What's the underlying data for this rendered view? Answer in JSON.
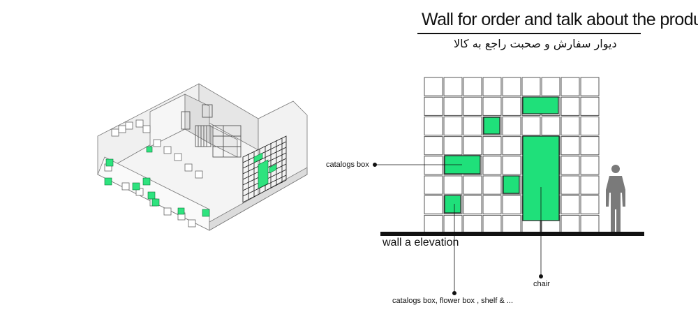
{
  "header": {
    "title": "Wall for order and talk about the product",
    "subtitle": "دیوار سفارش و صحبت راجع به کالا"
  },
  "elevation": {
    "label": "wall a elevation",
    "grid": {
      "columns": 9,
      "rows": 8
    },
    "accent_color": "#1fe07a",
    "annotations": {
      "catalogs_box": "catalogs box",
      "chair": "chair",
      "multi": "catalogs box, flower box , shelf & ..."
    }
  }
}
